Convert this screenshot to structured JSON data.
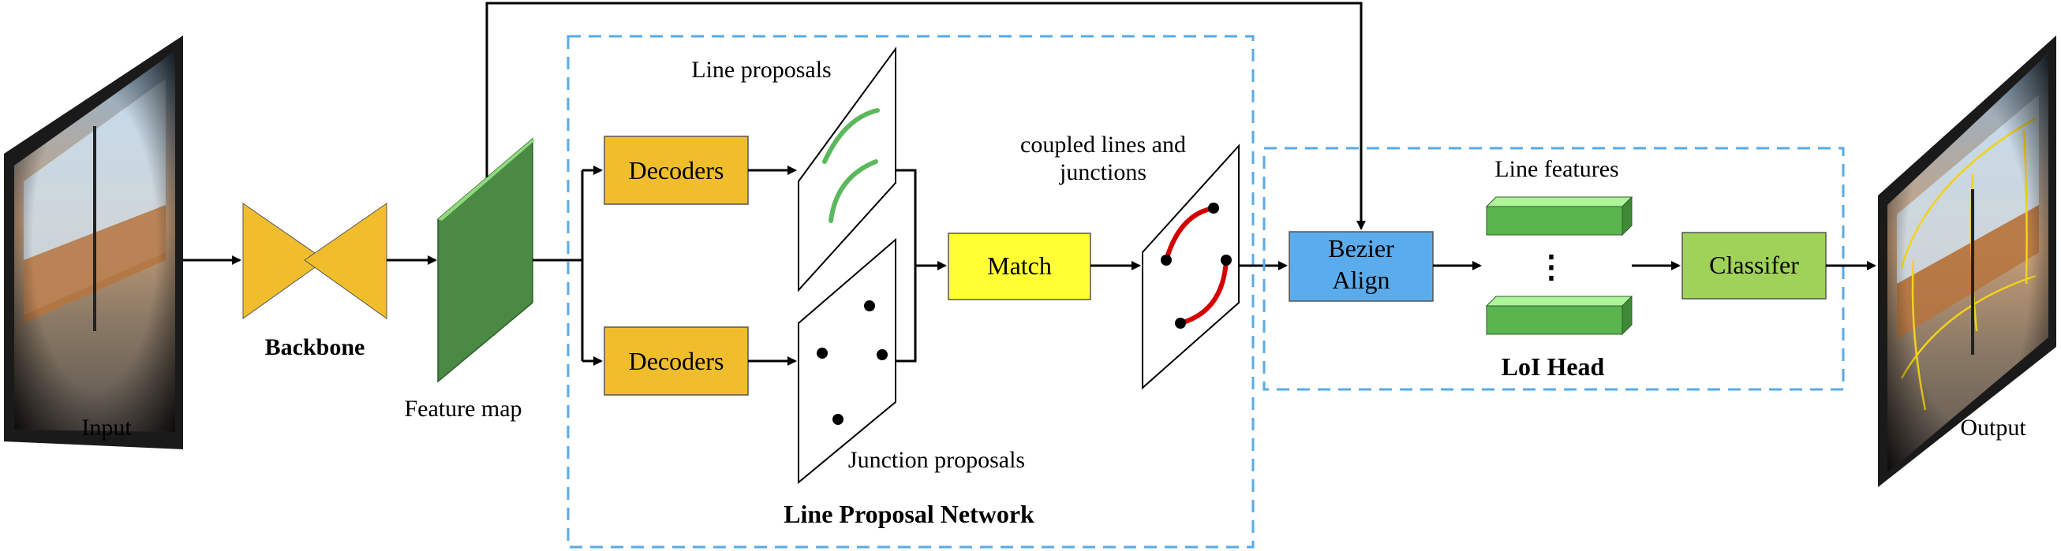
{
  "labels": {
    "input": "Input",
    "backbone": "Backbone",
    "feature_map": "Feature map",
    "line_proposals": "Line proposals",
    "decoders_top": "Decoders",
    "decoders_bottom": "Decoders",
    "junction_proposals": "Junction proposals",
    "match": "Match",
    "coupled_line1": "coupled lines and",
    "coupled_line2": "junctions",
    "line_proposal_network": "Line Proposal Network",
    "bezier_line1": "Bezier",
    "bezier_line2": "Align",
    "line_features": "Line features",
    "ellipsis": "⋮",
    "loi_head": "LoI Head",
    "classifier": "Classifer",
    "output": "Output"
  },
  "colors": {
    "backbone": "#f0be2c",
    "decoders": "#f0be2c",
    "feature_map_front": "#4a8a44",
    "feature_map_side": "#8fdc7d",
    "match": "#ffff33",
    "bezier_align": "#5aacec",
    "feature_bar_front": "#5bb54f",
    "feature_bar_top": "#aef59a",
    "classifier": "#a0d25a",
    "dashed_border": "#5aaae6",
    "line_green": "#5cb85c",
    "coupled_red": "#d40000"
  }
}
